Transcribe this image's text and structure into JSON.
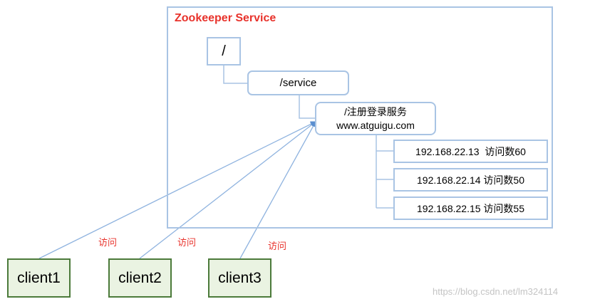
{
  "service": {
    "title": "Zookeeper Service"
  },
  "nodes": {
    "root": "/",
    "service": "/service",
    "register_path": "/注册登录服务",
    "register_domain": "www.atguigu.com",
    "servers": [
      {
        "ip": "192.168.22.13",
        "visits": "访问数60"
      },
      {
        "ip": "192.168.22.14",
        "visits": "访问数50"
      },
      {
        "ip": "192.168.22.15",
        "visits": "访问数55"
      }
    ]
  },
  "clients": [
    "client1",
    "client2",
    "client3"
  ],
  "edge_label": "访问",
  "watermark": "https://blog.csdn.net/lm324114",
  "colors": {
    "border_blue": "#a9c4e4",
    "title_red": "#e8322b",
    "client_border": "#4b7a3a",
    "client_fill": "#eaf3e2",
    "watermark": "#c4c4c4"
  }
}
